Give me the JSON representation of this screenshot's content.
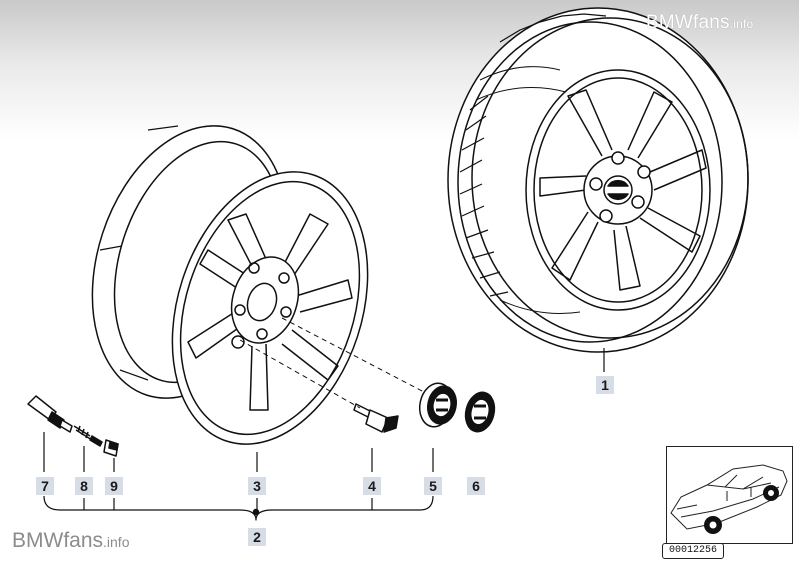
{
  "watermark": {
    "top_main": "BMWfans",
    "top_suffix": ".info",
    "bottom_main": "BMWfans",
    "bottom_suffix": ".info"
  },
  "callouts": {
    "part1": "1",
    "part2": "2",
    "part3": "3",
    "part4": "4",
    "part5": "5",
    "part6": "6",
    "part7": "7",
    "part8": "8",
    "part9": "9"
  },
  "reference_box": {
    "code": "00012256"
  }
}
